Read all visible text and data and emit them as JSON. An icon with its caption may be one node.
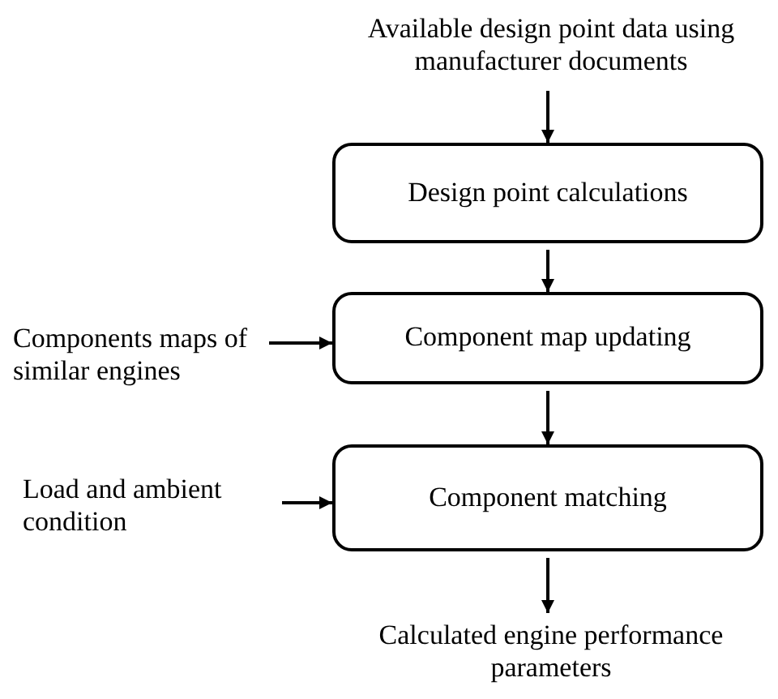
{
  "diagram": {
    "nodes": [
      {
        "text": [
          "Available design point data using manufacturer documents"
        ]
      },
      {
        "text": [
          "Design point calculations"
        ]
      },
      {
        "text": [
          "Components maps of similar engines"
        ]
      },
      {
        "text": [
          "Component map updating"
        ]
      },
      {
        "text": [
          "Load and ambient condition"
        ]
      },
      {
        "text": [
          "Component matching"
        ]
      },
      {
        "text": [
          "Calculated engine performance parameters"
        ]
      }
    ],
    "edges": [
      {
        "from": 0,
        "to": 1,
        "arrow": "to"
      },
      {
        "from": 1,
        "to": 3,
        "arrow": "to"
      },
      {
        "from": 2,
        "to": 3,
        "arrow": "to"
      },
      {
        "from": 3,
        "to": 5,
        "arrow": "to"
      },
      {
        "from": 4,
        "to": 5,
        "arrow": "to"
      },
      {
        "from": 5,
        "to": 6,
        "arrow": "to"
      }
    ]
  }
}
